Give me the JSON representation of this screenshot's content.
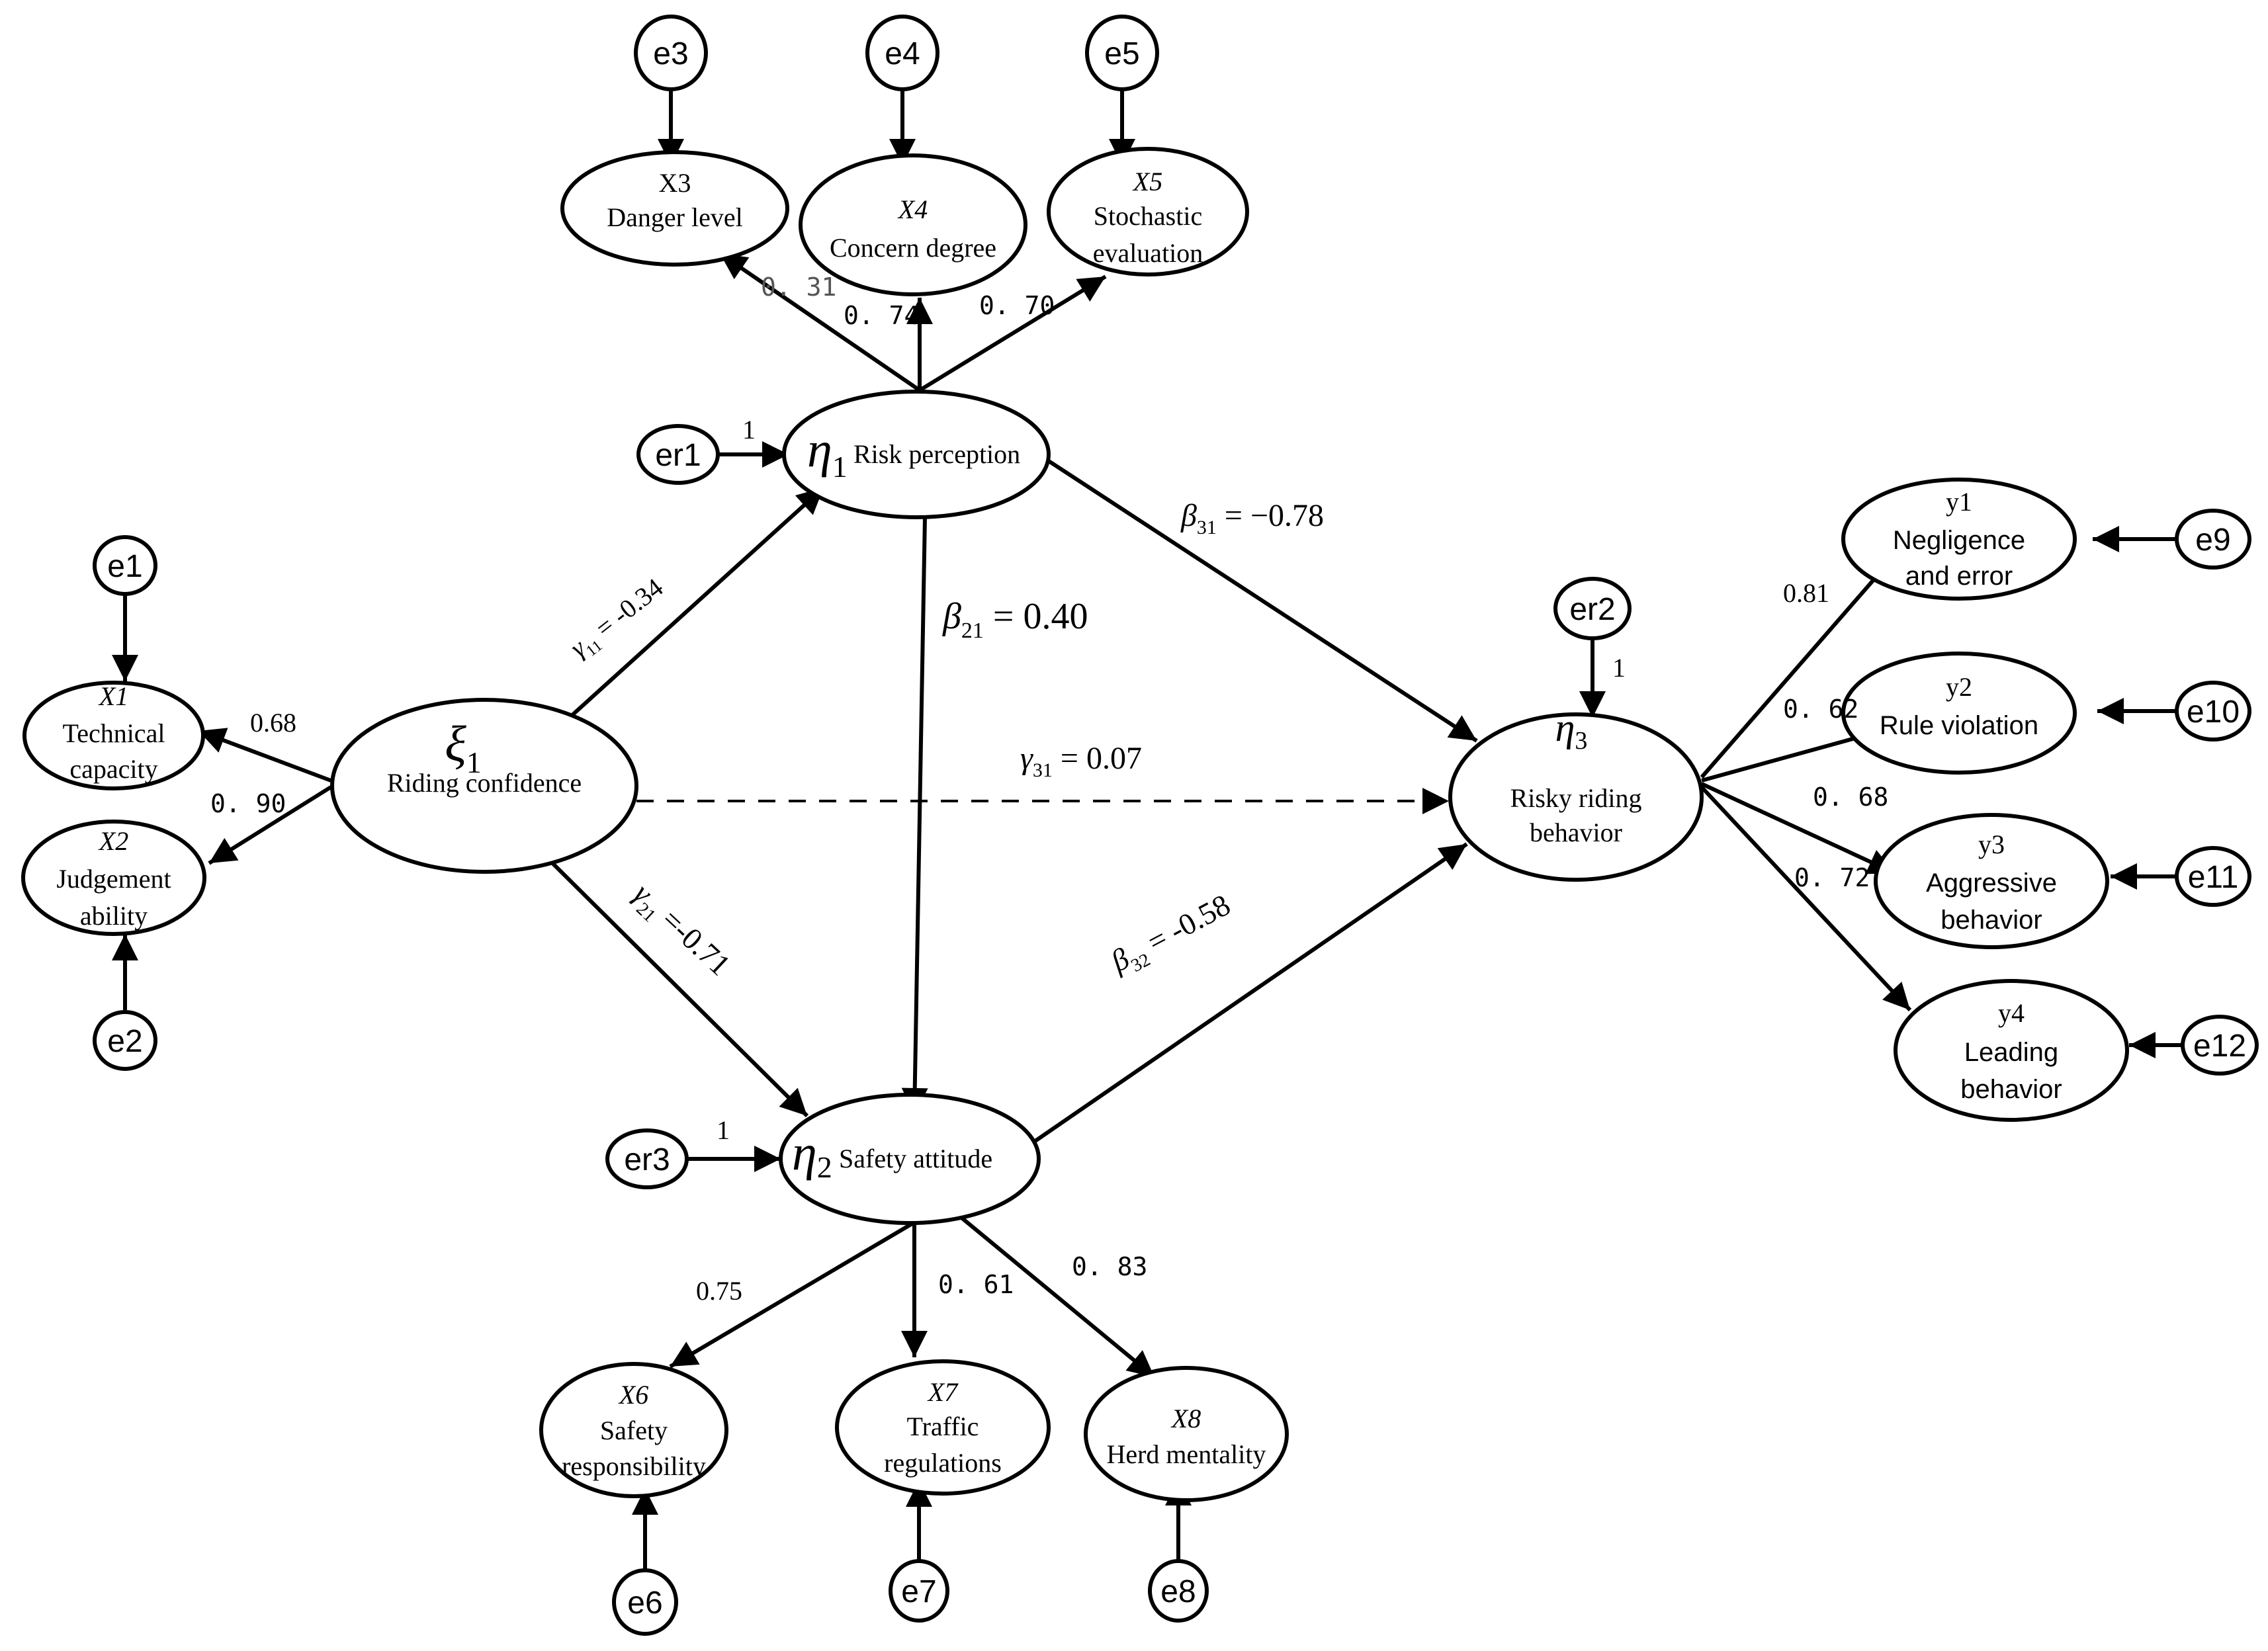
{
  "latent": {
    "xi1": {
      "symbol": "ξ",
      "sub": "1",
      "label": "Riding confidence"
    },
    "eta1": {
      "symbol": "η",
      "sub": "1",
      "label": "Risk perception"
    },
    "eta2": {
      "symbol": "η",
      "sub": "2",
      "label": "Safety attitude"
    },
    "eta3": {
      "symbol": "η",
      "sub": "3",
      "label1": "Risky riding",
      "label2": "behavior"
    }
  },
  "observed": {
    "x1": {
      "code": "X1",
      "line1": "Technical",
      "line2": "capacity"
    },
    "x2": {
      "code": "X2",
      "line1": "Judgement",
      "line2": "ability"
    },
    "x3": {
      "code": "X3",
      "line1": "Danger level"
    },
    "x4": {
      "code": "X4",
      "line1": "Concern  degree"
    },
    "x5": {
      "code": "X5",
      "line1": "Stochastic",
      "line2": "evaluation"
    },
    "x6": {
      "code": "X6",
      "line1": "Safety",
      "line2": "responsibility"
    },
    "x7": {
      "code": "X7",
      "line1": "Traffic",
      "line2": "regulations"
    },
    "x8": {
      "code": "X8",
      "line1": "Herd mentality"
    },
    "y1": {
      "code": "y1",
      "line1": "Negligence",
      "line2": "and error"
    },
    "y2": {
      "code": "y2",
      "line1": "Rule violation"
    },
    "y3": {
      "code": "y3",
      "line1": "Aggressive",
      "line2": "behavior"
    },
    "y4": {
      "code": "y4",
      "line1": "Leading",
      "line2": "behavior"
    }
  },
  "errors": {
    "e1": "e1",
    "e2": "e2",
    "e3": "e3",
    "e4": "e4",
    "e5": "e5",
    "e6": "e6",
    "e7": "e7",
    "e8": "e8",
    "e9": "e9",
    "e10": "e10",
    "e11": "e11",
    "e12": "e12",
    "er1": "er1",
    "er2": "er2",
    "er3": "er3"
  },
  "fixed_loadings": {
    "er1": "1",
    "er2": "1",
    "er3": "1"
  },
  "loadings": {
    "x1": "0.68",
    "x2": "0. 90",
    "x3": "0. 31",
    "x4": "0. 74",
    "x5": "0. 70",
    "x6": "0.75",
    "x7": "0. 61",
    "x8": "0. 83",
    "y1": "0.81",
    "y2": "0. 62",
    "y3": "0. 68",
    "y4": "0. 72"
  },
  "paths": {
    "gamma11": {
      "symbol": "γ",
      "sub": "11",
      "value": " = -0.34"
    },
    "gamma21": {
      "symbol": "γ",
      "sub": "21",
      "value": " =-0.71"
    },
    "gamma31": {
      "symbol": "γ",
      "sub": "31",
      "value": " = 0.07"
    },
    "beta21": {
      "symbol": "β",
      "sub": "21",
      "value": " = 0.40"
    },
    "beta31": {
      "symbol": "β",
      "sub": "31",
      "value": " = −0.78"
    },
    "beta32": {
      "symbol": "β",
      "sub": "32",
      "value": " = -0.58"
    }
  }
}
